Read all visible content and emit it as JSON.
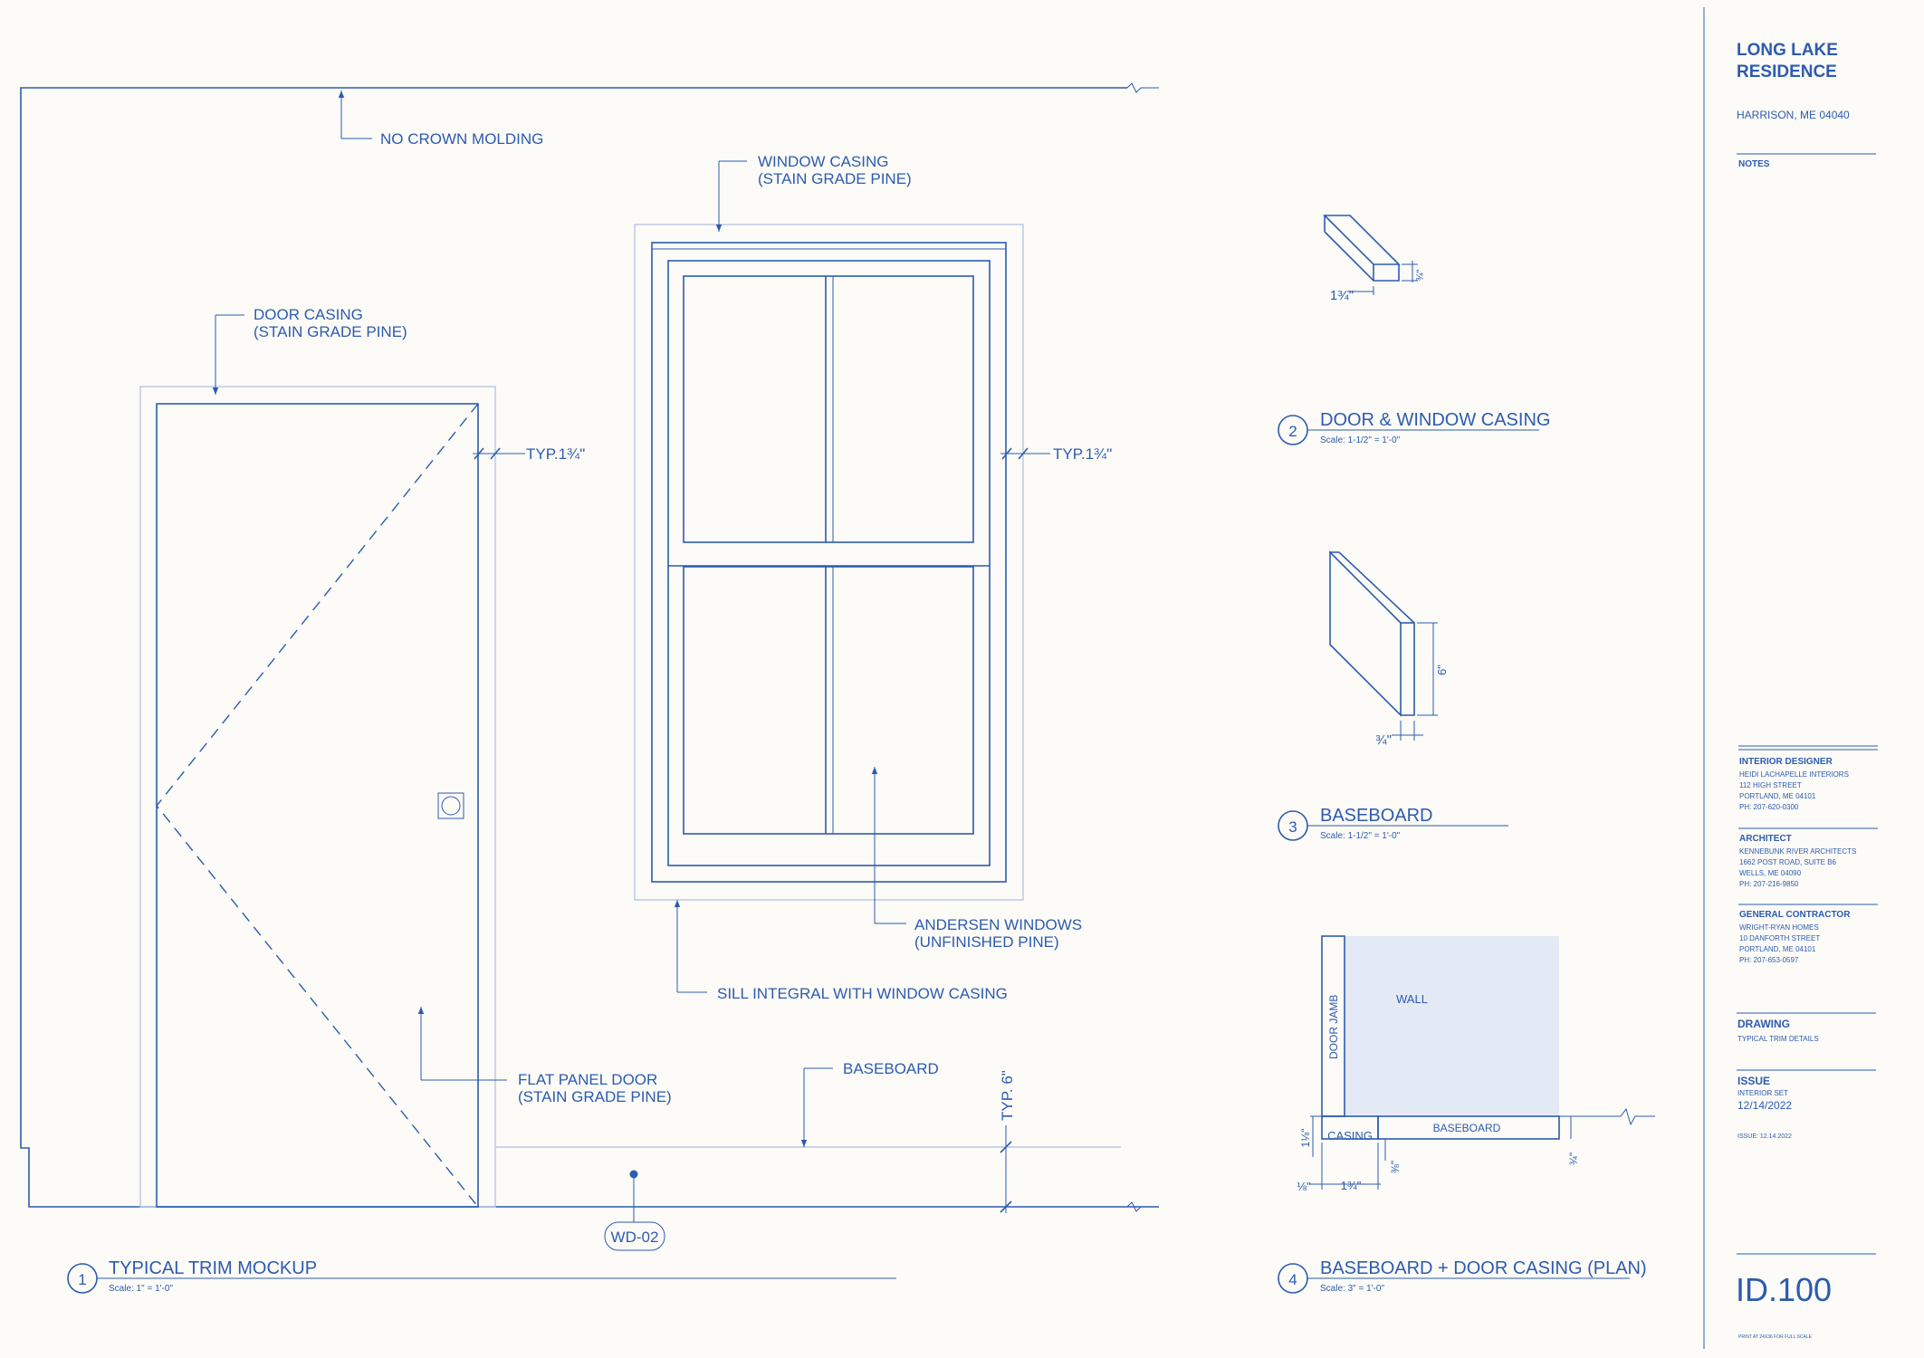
{
  "labels": {
    "no_crown": "NO CROWN MOLDING",
    "window_casing_1": "WINDOW CASING",
    "window_casing_2": "(STAIN GRADE PINE)",
    "door_casing_1": "DOOR CASING",
    "door_casing_2": "(STAIN GRADE PINE)",
    "typ_left": "TYP.1¾\"",
    "typ_right": "TYP.1¾\"",
    "andersen_1": "ANDERSEN WINDOWS",
    "andersen_2": "(UNFINISHED PINE)",
    "sill": "SILL INTEGRAL WITH WINDOW CASING",
    "flat_door_1": "FLAT PANEL DOOR",
    "flat_door_2": "(STAIN GRADE PINE)",
    "baseboard": "BASEBOARD",
    "typ_6": "TYP. 6\"",
    "wd_tag": "WD-02"
  },
  "details": [
    {
      "num": "1",
      "title": "TYPICAL TRIM MOCKUP",
      "scale": "Scale: 1\" = 1'-0\""
    },
    {
      "num": "2",
      "title": "DOOR & WINDOW CASING",
      "scale": "Scale: 1-1/2\" = 1'-0\""
    },
    {
      "num": "3",
      "title": "BASEBOARD",
      "scale": "Scale: 1-1/2\" = 1'-0\""
    },
    {
      "num": "4",
      "title": "BASEBOARD + DOOR CASING (PLAN)",
      "scale": "Scale: 3\" = 1'-0\""
    }
  ],
  "detail_dims": {
    "casing_w": "1¾\"",
    "casing_t": "¾\"",
    "base_h": "6\"",
    "base_t": "¾\""
  },
  "plan": {
    "wall": "WALL",
    "door_jamb": "DOOR JAMB",
    "casing": "CASING",
    "baseboard": "BASEBOARD",
    "dim_a": "1⅛\"",
    "dim_b": "⅛\"",
    "dim_c": "1¾\"",
    "dim_d": "⅜\"",
    "dim_e": "¾\""
  },
  "title_block": {
    "project_1": "LONG LAKE",
    "project_2": "RESIDENCE",
    "location": "HARRISON, ME 04040",
    "notes": "NOTES",
    "contacts": [
      {
        "role": "INTERIOR DESIGNER",
        "lines": [
          "HEIDI LACHAPELLE INTERIORS",
          "112 HIGH STREET",
          "PORTLAND, ME 04101",
          "PH: 207-620-0300"
        ]
      },
      {
        "role": "ARCHITECT",
        "lines": [
          "KENNEBUNK RIVER ARCHITECTS",
          "1662 POST ROAD, SUITE B6",
          "WELLS, ME 04090",
          "PH: 207-216-9850"
        ]
      },
      {
        "role": "GENERAL CONTRACTOR",
        "lines": [
          "WRIGHT-RYAN HOMES",
          "10 DANFORTH STREET",
          "PORTLAND, ME 04101",
          "PH: 207-653-0597"
        ]
      }
    ],
    "drawing_label": "DRAWING",
    "drawing_value": "TYPICAL TRIM DETAILS",
    "issue_label": "ISSUE",
    "issue_set": "INTERIOR SET",
    "issue_date": "12/14/2022",
    "issue_small": "ISSUE: 12.14.2022",
    "sheet_number": "ID.100",
    "print_note": "PRINT AT 24X36 FOR FULL SCALE"
  }
}
